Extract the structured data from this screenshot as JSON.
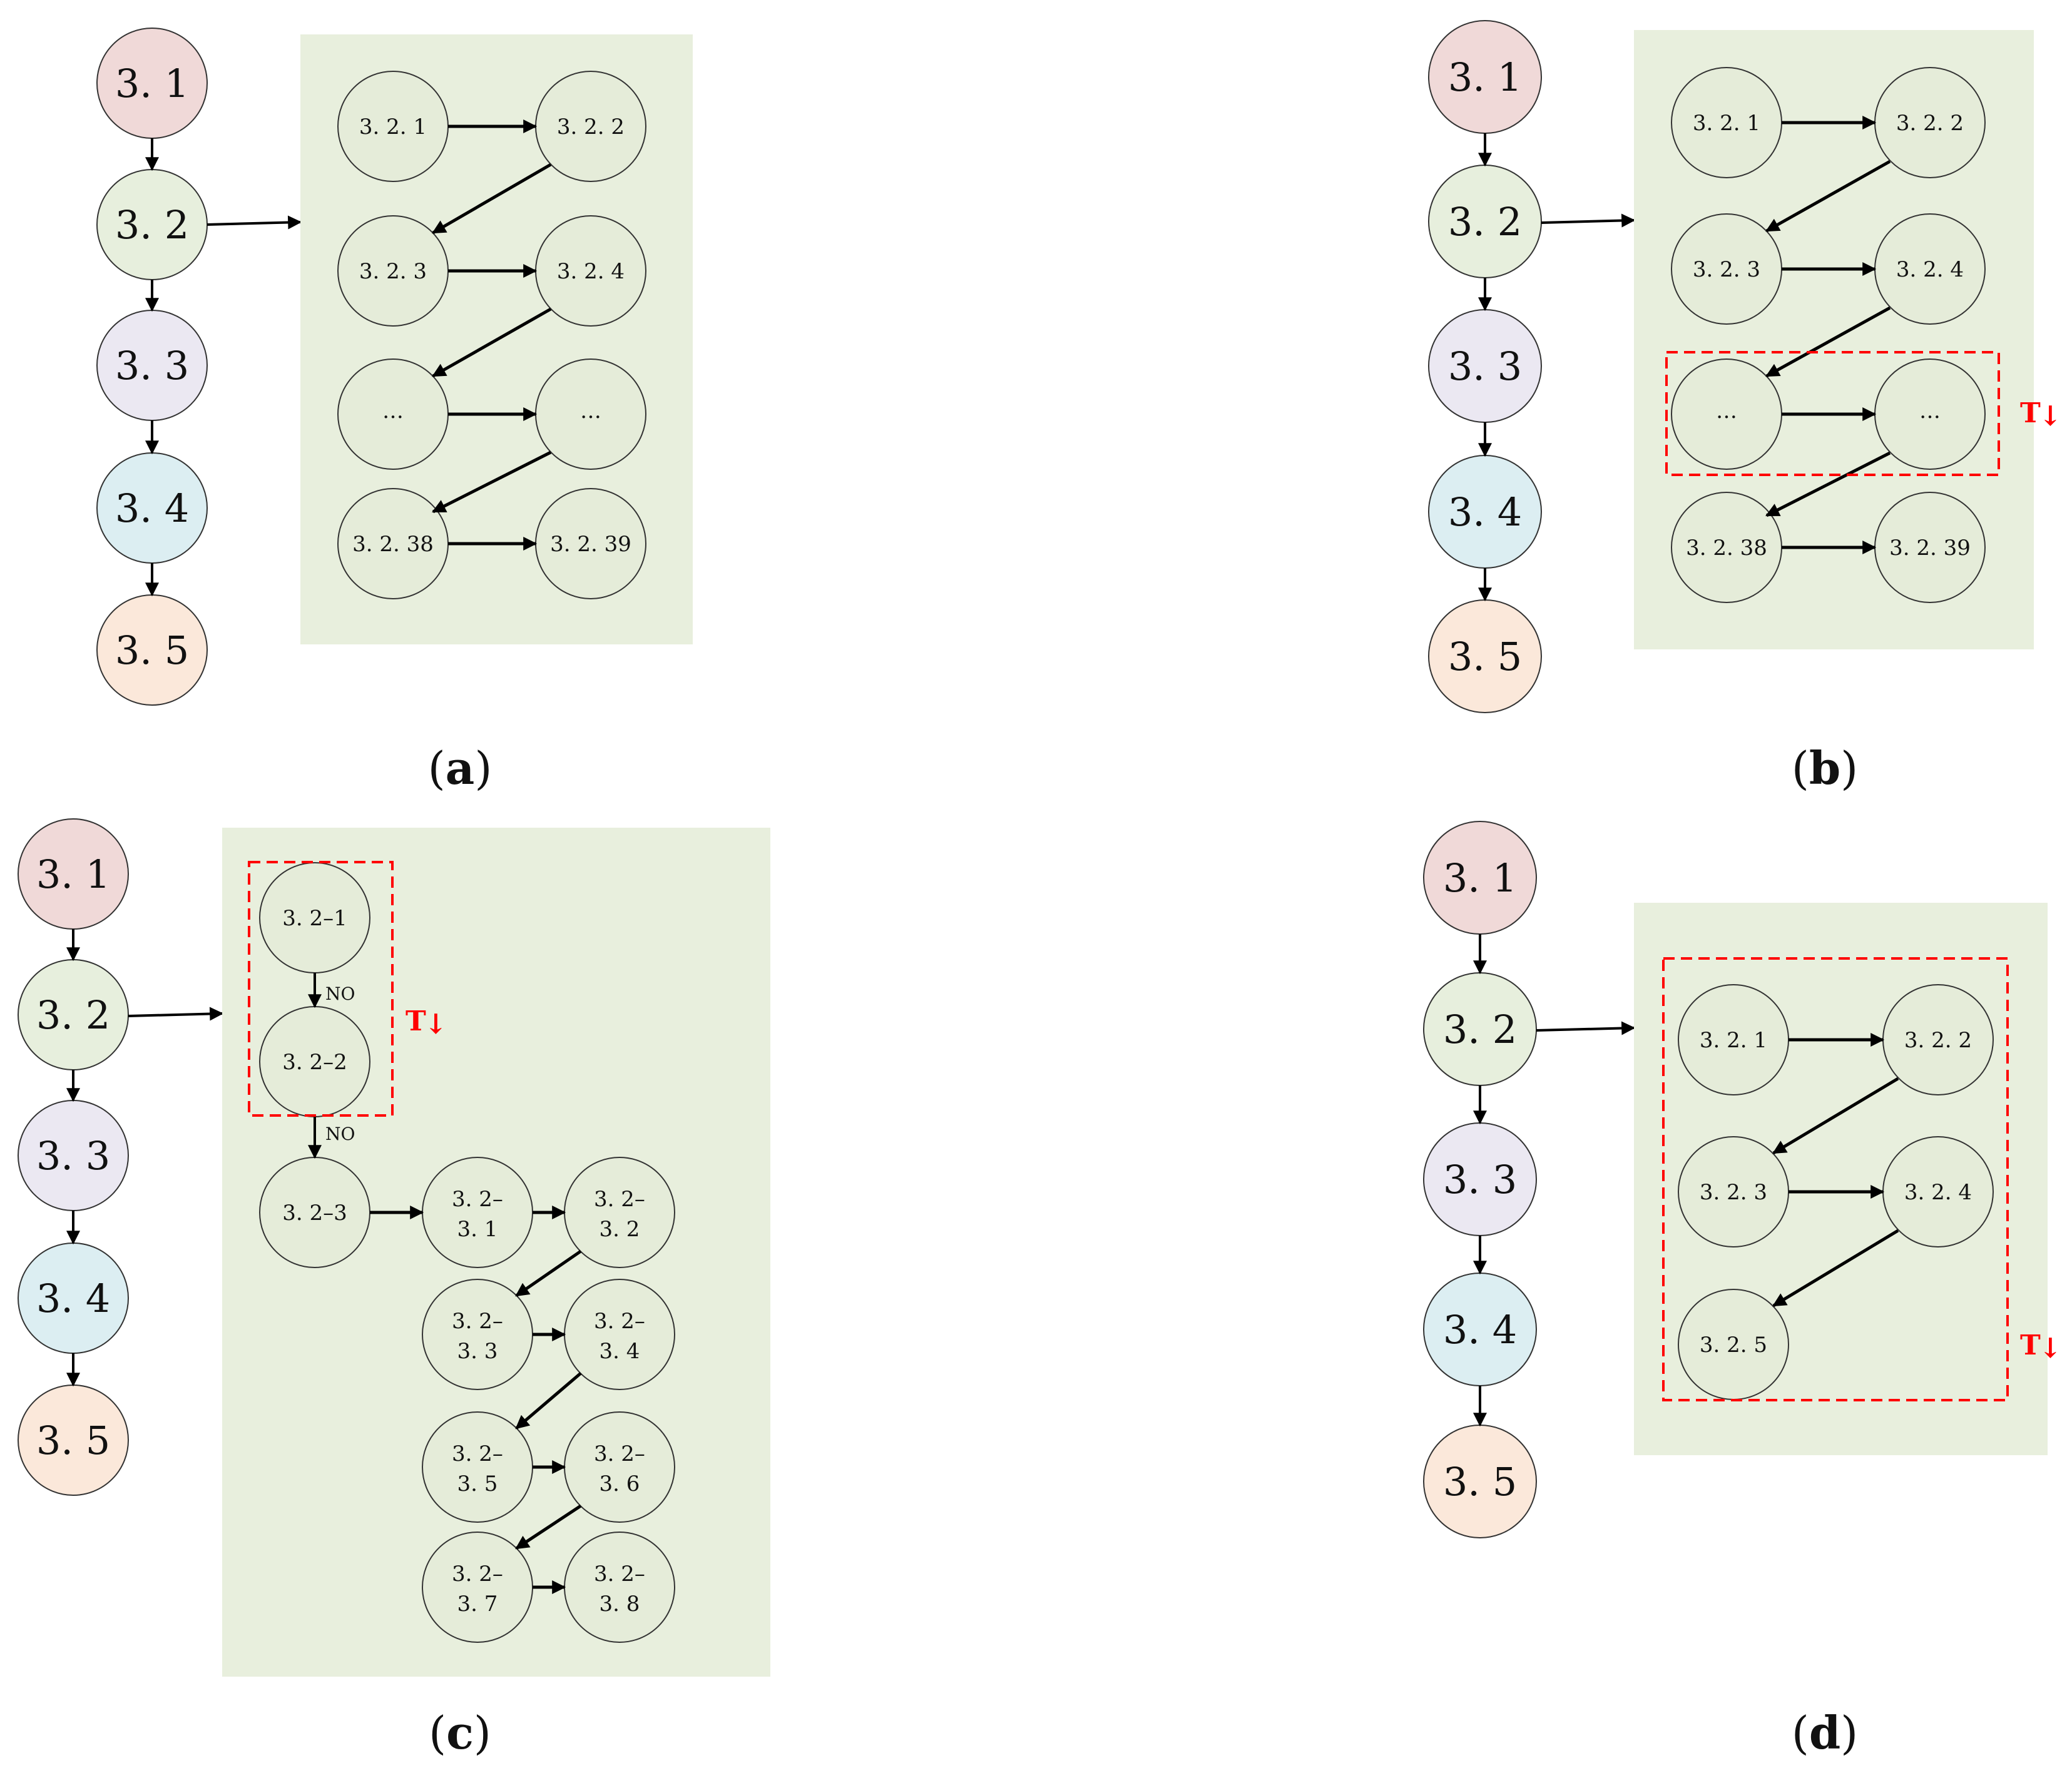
{
  "colors": {
    "background": "#ffffff",
    "panel_fill": "#e8efdd",
    "node_sub_fill": "#e5ecd9",
    "node_stroke": "#333333",
    "arrow": "#000000",
    "dashed_box": "#ff0000",
    "t_marker": "#ff0000",
    "main_3_1": "#f0d9d8",
    "main_3_2": "#e7efdd",
    "main_3_3": "#ebe8f2",
    "main_3_4": "#dceef2",
    "main_3_5": "#fbe8da"
  },
  "main_flow": [
    "3. 1",
    "3. 2",
    "3. 3",
    "3. 4",
    "3. 5"
  ],
  "panels": {
    "a": {
      "caption": "a",
      "nodes": [
        "3. 2. 1",
        "3. 2. 2",
        "3. 2. 3",
        "3. 2. 4",
        "…",
        "…",
        "3. 2. 38",
        "3. 2. 39"
      ]
    },
    "b": {
      "caption": "b",
      "nodes": [
        "3. 2. 1",
        "3. 2. 2",
        "3. 2. 3",
        "3. 2. 4",
        "…",
        "…",
        "3. 2. 38",
        "3. 2. 39"
      ],
      "marker": "T",
      "marker_arrow": "↓"
    },
    "c": {
      "caption": "c",
      "nodes": [
        "3. 2–1",
        "3. 2–2",
        "3. 2–3"
      ],
      "edge_labels": [
        "NO",
        "NO"
      ],
      "sub_nodes": [
        [
          "3. 2–",
          "3. 1"
        ],
        [
          "3. 2–",
          "3. 2"
        ],
        [
          "3. 2–",
          "3. 3"
        ],
        [
          "3. 2–",
          "3. 4"
        ],
        [
          "3. 2–",
          "3. 5"
        ],
        [
          "3. 2–",
          "3. 6"
        ],
        [
          "3. 2–",
          "3. 7"
        ],
        [
          "3. 2–",
          "3. 8"
        ]
      ],
      "marker": "T",
      "marker_arrow": "↓"
    },
    "d": {
      "caption": "d",
      "nodes": [
        "3. 2. 1",
        "3. 2. 2",
        "3. 2. 3",
        "3. 2. 4",
        "3. 2. 5"
      ],
      "marker": "T",
      "marker_arrow": "↓"
    }
  }
}
